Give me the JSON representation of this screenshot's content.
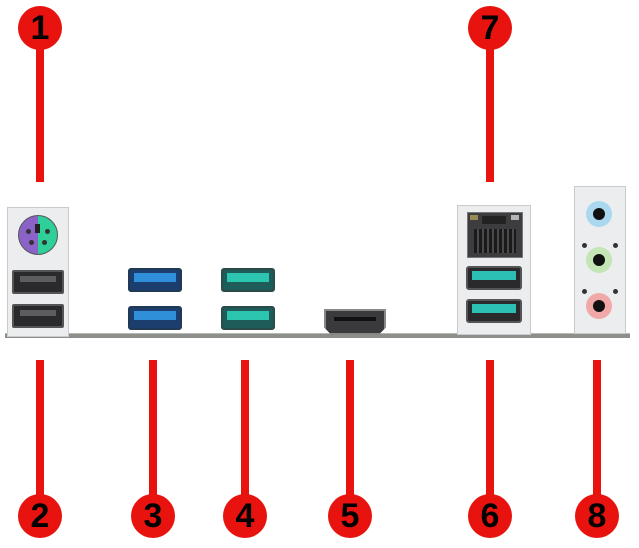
{
  "callouts": {
    "c1": "1",
    "c2": "2",
    "c3": "3",
    "c4": "4",
    "c5": "5",
    "c6": "6",
    "c7": "7",
    "c8": "8"
  },
  "colors": {
    "callout": "#e8130f",
    "usb_blue": "#2f8fd8",
    "usb_teal": "#2cc5b0",
    "audio_blue": "#a9d8ef",
    "audio_green": "#c3e6b4",
    "audio_pink": "#f0a9a8"
  }
}
